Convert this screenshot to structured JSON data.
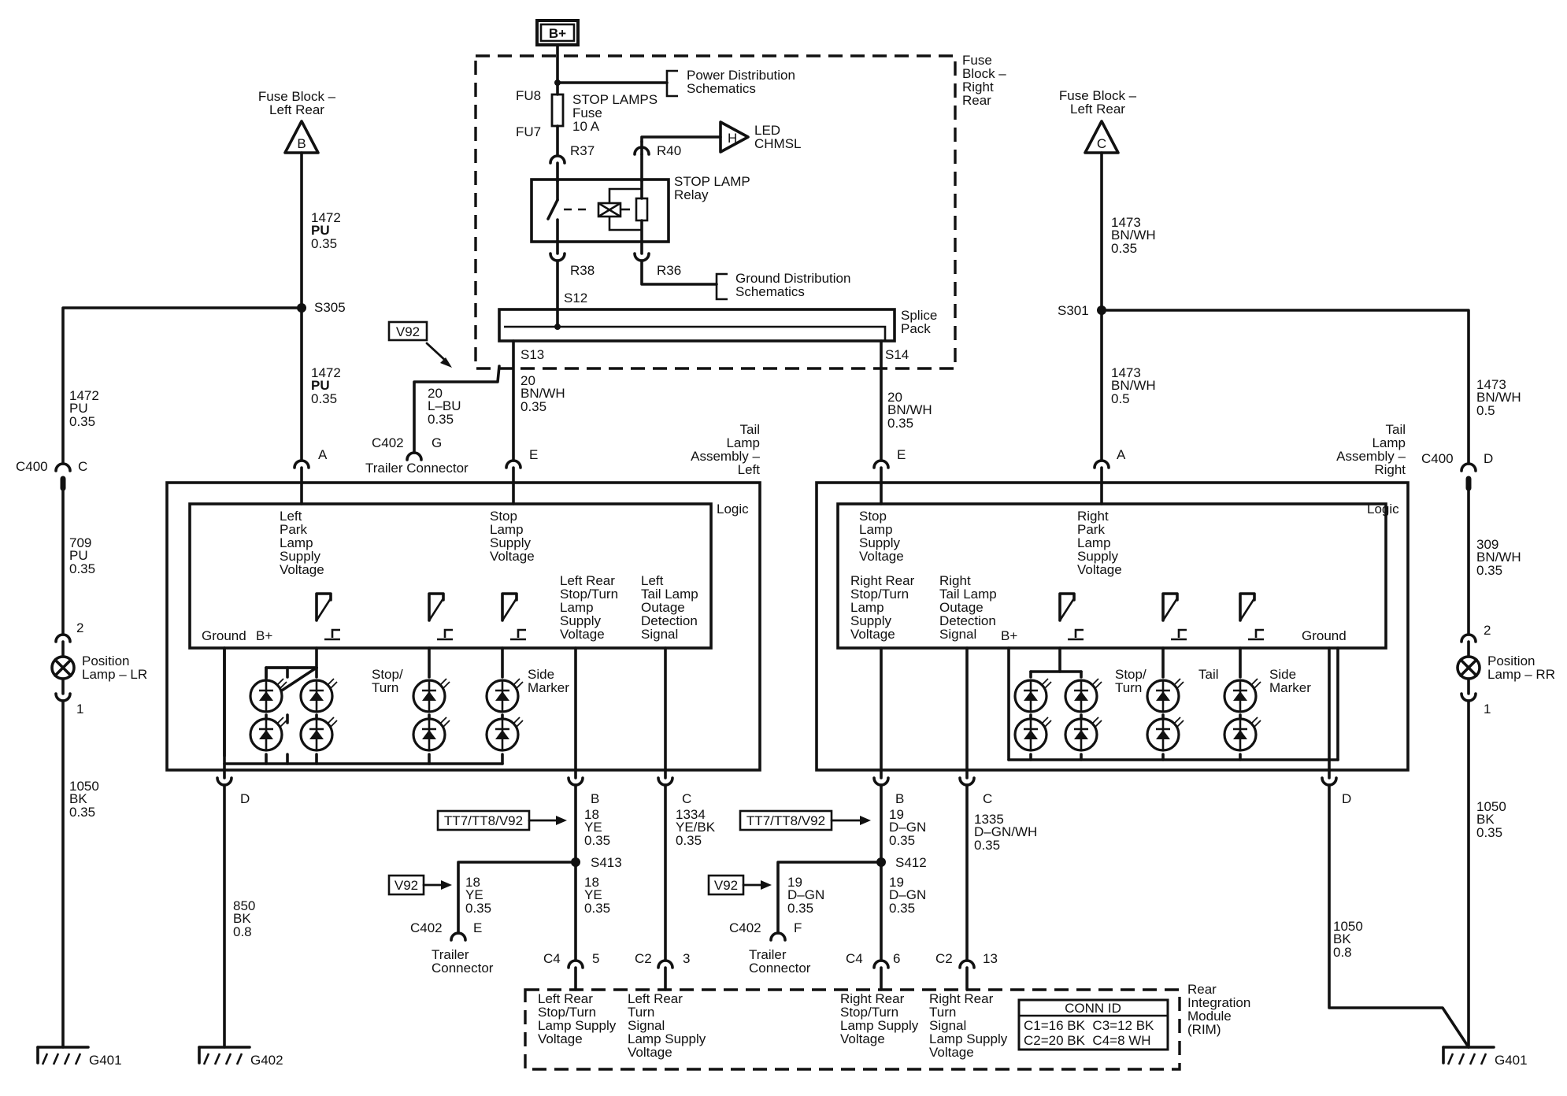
{
  "supply": {
    "bplus": "B+",
    "fu8": "FU8",
    "fu7": "FU7",
    "fuse_name": [
      "STOP LAMPS",
      "Fuse",
      "10 A"
    ],
    "power_dist": [
      "Power Distribution",
      "Schematics"
    ],
    "fuse_block_right": [
      "Fuse",
      "Block –",
      "Right",
      "Rear"
    ],
    "r37": "R37",
    "r40": "R40",
    "chmsl_letter": "H",
    "chmsl": [
      "LED",
      "CHMSL"
    ],
    "relay": [
      "STOP LAMP",
      "Relay"
    ],
    "r38": "R38",
    "r36": "R36",
    "ground_dist": [
      "Ground Distribution",
      "Schematics"
    ],
    "s12": "S12",
    "splice": [
      "Splice",
      "Pack"
    ],
    "s13": "S13",
    "s14": "S14"
  },
  "left": {
    "fuse_block": [
      "Fuse Block –",
      "Left Rear"
    ],
    "fuse_letter": "B",
    "w1472a": [
      "1472",
      "PU",
      "0.35"
    ],
    "s305": "S305",
    "w1472b": [
      "1472",
      "PU",
      "0.35"
    ],
    "w1472c": [
      "1472",
      "PU",
      "0.35"
    ],
    "c400": "C400",
    "c400_pin": "C",
    "w709": [
      "709",
      "PU",
      "0.35"
    ],
    "pin2": "2",
    "pos_lamp": [
      "Position",
      "Lamp – LR"
    ],
    "pin1": "1",
    "w1050": [
      "1050",
      "BK",
      "0.35"
    ],
    "g401": "G401",
    "pin_a": "A",
    "v92_tag": "V92",
    "w20lbu": [
      "20",
      "L–BU",
      "0.35"
    ],
    "c402": "C402",
    "c402_pin": "G",
    "trailer": "Trailer Connector",
    "w20bnwh": [
      "20",
      "BN/WH",
      "0.35"
    ],
    "pin_e": "E",
    "title": [
      "Tail",
      "Lamp",
      "Assembly –",
      "Left"
    ],
    "logic": "Logic",
    "park": [
      "Left",
      "Park",
      "Lamp",
      "Supply",
      "Voltage"
    ],
    "stop_supply": [
      "Stop",
      "Lamp",
      "Supply",
      "Voltage"
    ],
    "lr_stopturn": [
      "Left Rear",
      "Stop/Turn",
      "Lamp",
      "Supply",
      "Voltage"
    ],
    "outage": [
      "Left",
      "Tail Lamp",
      "Outage",
      "Detection",
      "Signal"
    ],
    "ground": "Ground",
    "bplus": "B+",
    "stopturn_lbl": [
      "Stop/",
      "Turn"
    ],
    "side_lbl": [
      "Side",
      "Marker"
    ],
    "pin_d": "D",
    "w850": [
      "850",
      "BK",
      "0.8"
    ],
    "g402": "G402",
    "pin_b": "B",
    "tt7_tag": "TT7/TT8/V92",
    "w18a": [
      "18",
      "YE",
      "0.35"
    ],
    "s413": "S413",
    "v92b_tag": "V92",
    "w18b": [
      "18",
      "YE",
      "0.35"
    ],
    "w18c": [
      "18",
      "YE",
      "0.35"
    ],
    "c402b": "C402",
    "c402b_pin": "E",
    "trailer2": [
      "Trailer",
      "Connector"
    ],
    "pin_c": "C",
    "w1334": [
      "1334",
      "YE/BK",
      "0.35"
    ],
    "c4": "C4",
    "c4_pin": "5",
    "c2": "C2",
    "c2_pin": "3"
  },
  "right": {
    "fuse_block": [
      "Fuse Block –",
      "Left Rear"
    ],
    "fuse_letter": "C",
    "w1473a": [
      "1473",
      "BN/WH",
      "0.35"
    ],
    "s301": "S301",
    "w1473b": [
      "1473",
      "BN/WH",
      "0.5"
    ],
    "w1473c": [
      "1473",
      "BN/WH",
      "0.5"
    ],
    "c400": "C400",
    "c400_pin": "D",
    "w309": [
      "309",
      "BN/WH",
      "0.35"
    ],
    "pin2": "2",
    "pos_lamp": [
      "Position",
      "Lamp – RR"
    ],
    "pin1": "1",
    "w1050": [
      "1050",
      "BK",
      "0.35"
    ],
    "g401": "G401",
    "pin_a": "A",
    "w20bnwh": [
      "20",
      "BN/WH",
      "0.35"
    ],
    "pin_e": "E",
    "title": [
      "Tail",
      "Lamp",
      "Assembly –",
      "Right"
    ],
    "logic": "Logic",
    "stop_supply": [
      "Stop",
      "Lamp",
      "Supply",
      "Voltage"
    ],
    "park": [
      "Right",
      "Park",
      "Lamp",
      "Supply",
      "Voltage"
    ],
    "rr_stopturn": [
      "Right Rear",
      "Stop/Turn",
      "Lamp",
      "Supply",
      "Voltage"
    ],
    "outage": [
      "Right",
      "Tail Lamp",
      "Outage",
      "Detection",
      "Signal"
    ],
    "bplus": "B+",
    "ground": "Ground",
    "stopturn_lbl": [
      "Stop/",
      "Turn"
    ],
    "tail_lbl": "Tail",
    "side_lbl": [
      "Side",
      "Marker"
    ],
    "pin_b": "B",
    "tt7_tag": "TT7/TT8/V92",
    "w19a": [
      "19",
      "D–GN",
      "0.35"
    ],
    "s412": "S412",
    "v92_tag": "V92",
    "w19b": [
      "19",
      "D–GN",
      "0.35"
    ],
    "w19c": [
      "19",
      "D–GN",
      "0.35"
    ],
    "c402": "C402",
    "c402_pin": "F",
    "trailer": [
      "Trailer",
      "Connector"
    ],
    "pin_c": "C",
    "w1335": [
      "1335",
      "D–GN/WH",
      "0.35"
    ],
    "c4": "C4",
    "c4_pin": "6",
    "c2": "C2",
    "c2_pin": "13",
    "pin_d": "D",
    "w1050b": [
      "1050",
      "BK",
      "0.8"
    ]
  },
  "rim": {
    "lr_stop": [
      "Left Rear",
      "Stop/Turn",
      "Lamp Supply",
      "Voltage"
    ],
    "lr_turn": [
      "Left Rear",
      "Turn",
      "Signal",
      "Lamp Supply",
      "Voltage"
    ],
    "rr_stop": [
      "Right Rear",
      "Stop/Turn",
      "Lamp Supply",
      "Voltage"
    ],
    "rr_turn": [
      "Right Rear",
      "Turn",
      "Signal",
      "Lamp Supply",
      "Voltage"
    ],
    "name": [
      "Rear",
      "Integration",
      "Module",
      "(RIM)"
    ],
    "conn_title": "CONN ID",
    "conn_row1": "C1=16 BK  C3=12 BK",
    "conn_row2": "C2=20 BK  C4=8 WH"
  }
}
